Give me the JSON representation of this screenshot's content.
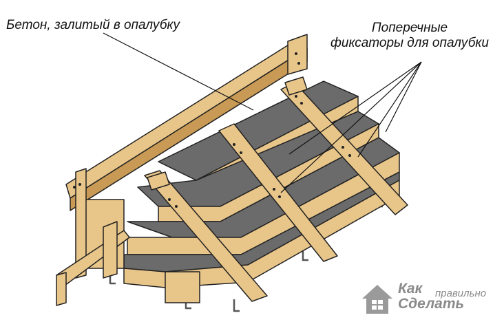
{
  "labels": {
    "concrete": "Бетон, залитый в опалубку",
    "fixators_line1": "Поперечные",
    "fixators_line2": "фиксаторы для опалубки"
  },
  "watermark": {
    "word1": "Как",
    "word2": "правильно",
    "word3": "Сделать"
  },
  "colors": {
    "wood": "#e8c589",
    "wood_dark": "#c99a55",
    "concrete": "#6b6b6b",
    "outline": "#222222",
    "rebar": "#555555"
  }
}
